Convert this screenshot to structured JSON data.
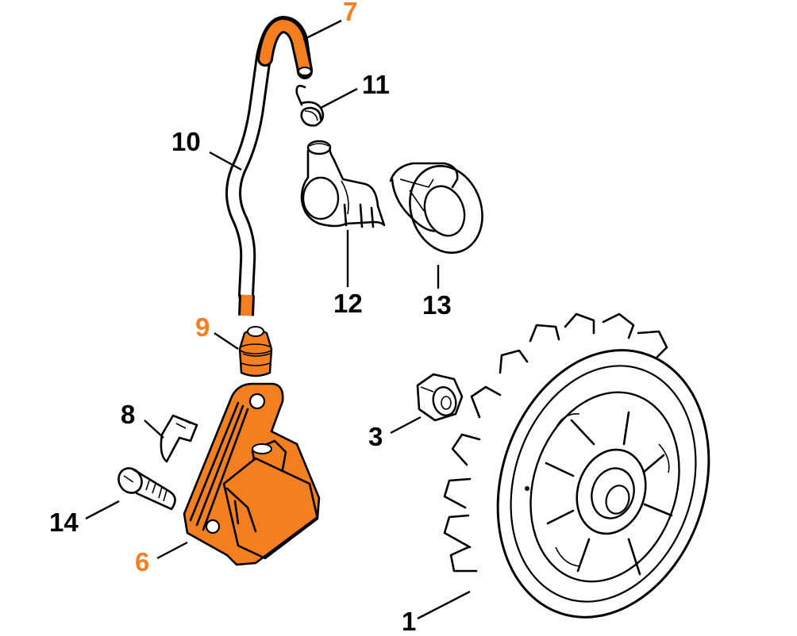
{
  "diagram": {
    "colors": {
      "highlight": "#F47F20",
      "line": "#000000",
      "callout_default": "#000000",
      "callout_highlight": "#F47F20"
    },
    "callouts": [
      {
        "id": "1",
        "label": "1",
        "highlighted": false
      },
      {
        "id": "3",
        "label": "3",
        "highlighted": false
      },
      {
        "id": "6",
        "label": "6",
        "highlighted": true
      },
      {
        "id": "7",
        "label": "7",
        "highlighted": true
      },
      {
        "id": "8",
        "label": "8",
        "highlighted": false
      },
      {
        "id": "9",
        "label": "9",
        "highlighted": true
      },
      {
        "id": "10",
        "label": "10",
        "highlighted": false
      },
      {
        "id": "11",
        "label": "11",
        "highlighted": false
      },
      {
        "id": "12",
        "label": "12",
        "highlighted": false
      },
      {
        "id": "13",
        "label": "13",
        "highlighted": false
      },
      {
        "id": "14",
        "label": "14",
        "highlighted": false
      }
    ]
  }
}
